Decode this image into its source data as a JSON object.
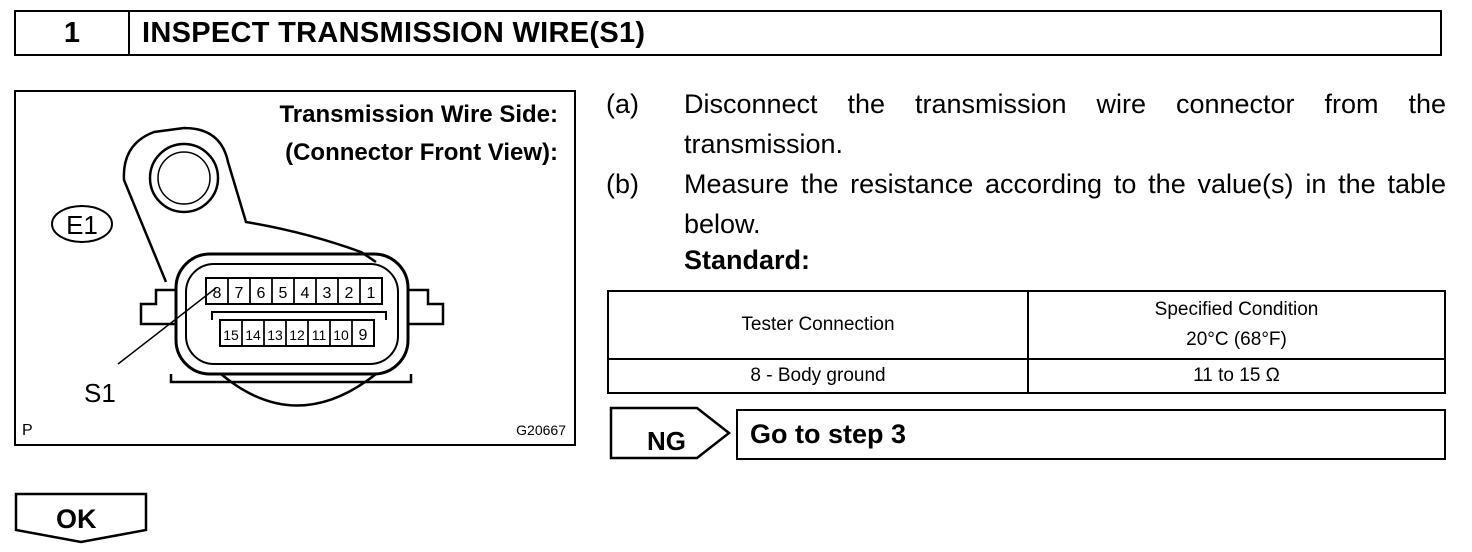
{
  "step": {
    "number": "1",
    "title": "INSPECT TRANSMISSION WIRE(S1)"
  },
  "figure": {
    "caption_line1": "Transmission Wire Side:",
    "caption_line2": "(Connector Front View):",
    "connector_label": "E1",
    "wire_label": "S1",
    "corner_mark": "P",
    "figure_code": "G20667",
    "pins_top": [
      "8",
      "7",
      "6",
      "5",
      "4",
      "3",
      "2",
      "1"
    ],
    "pins_bottom": [
      "15",
      "14",
      "13",
      "12",
      "11",
      "10",
      "9"
    ]
  },
  "instructions": [
    {
      "mark": "(a)",
      "text": "Disconnect the transmission wire connector from the transmission."
    },
    {
      "mark": "(b)",
      "text": "Measure the resistance according to the value(s) in the table below."
    }
  ],
  "standard_label": "Standard:",
  "table": {
    "headers": {
      "tester": "Tester Connection",
      "condition_line1": "Specified Condition",
      "condition_line2": "20°C (68°F)"
    },
    "rows": [
      {
        "tester": "8 - Body ground",
        "condition": "11 to 15 Ω"
      }
    ]
  },
  "results": {
    "ng_label": "NG",
    "ng_action": "Go to step 3",
    "ok_label": "OK"
  }
}
